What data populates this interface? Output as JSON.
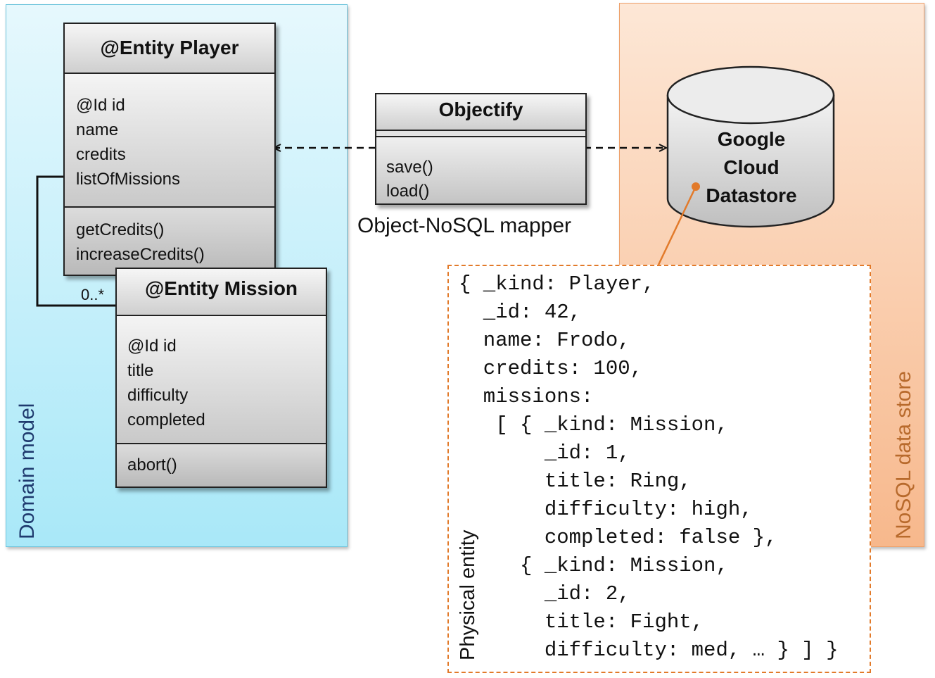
{
  "regions": {
    "domain_label": "Domain model",
    "nosql_label": "NoSQL data store",
    "physical_label": "Physical entity"
  },
  "player": {
    "title": "@Entity Player",
    "attributes": [
      "@Id id",
      "name",
      "credits",
      "listOfMissions"
    ],
    "operations": [
      "getCredits()",
      "increaseCredits()"
    ]
  },
  "mission": {
    "title": "@Entity Mission",
    "attributes": [
      "@Id id",
      "title",
      "difficulty",
      "completed"
    ],
    "operations": [
      "abort()"
    ]
  },
  "association": {
    "multiplicity": "0..*"
  },
  "objectify": {
    "title": "Objectify",
    "operations": [
      "save()",
      "load()"
    ],
    "caption": "Object-NoSQL mapper"
  },
  "datastore": {
    "lines": [
      "Google",
      "Cloud",
      "Datastore"
    ]
  },
  "physical_entity": {
    "lines": [
      "{ _kind: Player,",
      "  _id: 42,",
      "  name: Frodo,",
      "  credits: 100,",
      "  missions:",
      "   [ { _kind: Mission,",
      "       _id: 1,",
      "       title: Ring,",
      "       difficulty: high,",
      "       completed: false },",
      "     { _kind: Mission,",
      "       _id: 2,",
      "       title: Fight,",
      "       difficulty: med, … } ] }"
    ]
  },
  "colors": {
    "domain_fill": "#a9e8f8",
    "nosql_fill": "#f7b88c",
    "accent_orange": "#e27a2a",
    "domain_text": "#1f3a6e",
    "nosql_text": "#b86a2c"
  }
}
